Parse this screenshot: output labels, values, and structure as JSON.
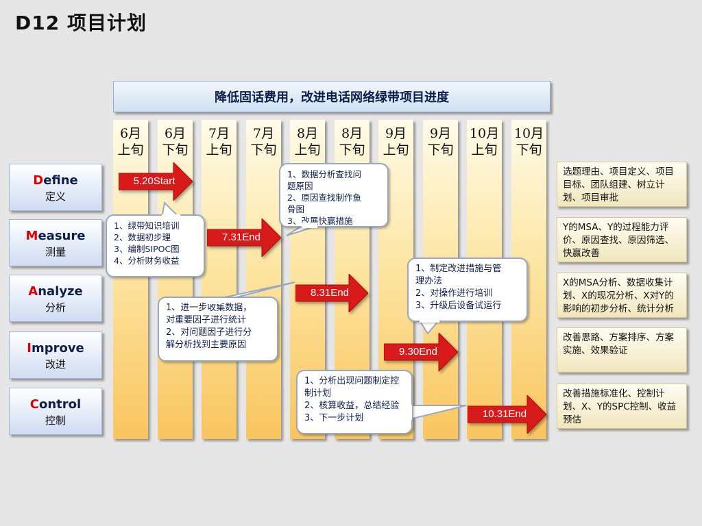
{
  "title": "D12  项目计划",
  "banner": "降低固话费用，改进电话网络绿带项目进度",
  "columns": [
    {
      "month": "6月",
      "period": "上旬"
    },
    {
      "month": "6月",
      "period": "下旬"
    },
    {
      "month": "7月",
      "period": "上旬"
    },
    {
      "month": "7月",
      "period": "下旬"
    },
    {
      "month": "8月",
      "period": "上旬"
    },
    {
      "month": "8月",
      "period": "下旬"
    },
    {
      "month": "9月",
      "period": "上旬"
    },
    {
      "month": "9月",
      "period": "下旬"
    },
    {
      "month": "10月",
      "period": "上旬"
    },
    {
      "month": "10月",
      "period": "下旬"
    }
  ],
  "phases": [
    {
      "initial": "D",
      "rest": "efine",
      "cn": "定义"
    },
    {
      "initial": "M",
      "rest": "easure",
      "cn": "测量"
    },
    {
      "initial": "A",
      "rest": "nalyze",
      "cn": "分析"
    },
    {
      "initial": "I",
      "rest": "mprove",
      "cn": "改进"
    },
    {
      "initial": "C",
      "rest": "ontrol",
      "cn": "控制"
    }
  ],
  "descriptions": [
    "选题理由、项目定义、项目目标、团队组建、树立计划、项目审批",
    "Y的MSA、Y的过程能力评价、原因查找、原因筛选、快赢改善",
    "X的MSA分析、数据收集计划、X的现况分析、X对Y的影响的初步分析、统计分析",
    "改善思路、方案排序、方案实施、效果验证",
    "改善措施标准化、控制计划、X、Y的SPC控制、收益预估"
  ],
  "milestones": [
    "5.20Start",
    "7.31End",
    "8.31End",
    "9.30End",
    "10.31End"
  ],
  "bubbles": {
    "define_tasks": [
      "1、绿带知识培训",
      "2、数据初步理",
      "3、编制SIPOC图",
      "4、分析财务收益"
    ],
    "measure_tasks": [
      "1、数据分析查找问",
      "题原因",
      "2、原因查找制作鱼",
      "骨图",
      "3、改展快赢措施"
    ],
    "analyze_tasks": [
      "1、进一步收集数据，",
      "对重要因子进行统计",
      "2、对问题因子进行分",
      "解分析找到主要原因"
    ],
    "improve_tasks": [
      "1、制定改进措施与管",
      "理办法",
      "2、对操作进行培训",
      "3、升级后设备试运行"
    ],
    "control_tasks": [
      "1、分析出现问题制定控",
      "制计划",
      "2、核算收益，总结经验",
      "3、下一步计划"
    ]
  },
  "colors": {
    "arrow": "#d91a1a",
    "arrow_dark": "#a50d0d",
    "accent": "#e00000"
  }
}
